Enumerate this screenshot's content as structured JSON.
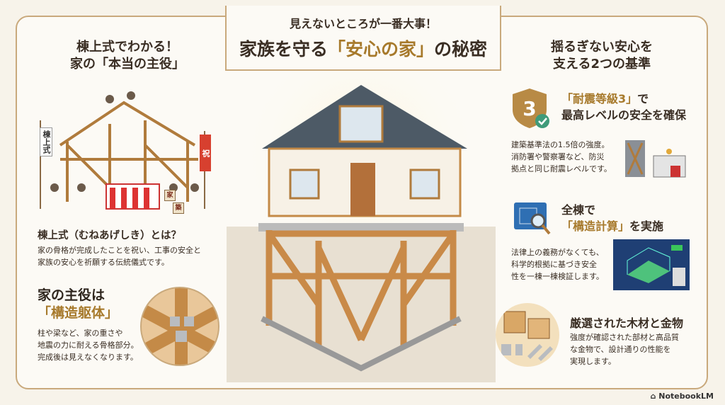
{
  "header": {
    "kicker": "見えないところが一番大事！",
    "title_pre": "家族を守る",
    "title_highlight": "「安心の家」",
    "title_post": "の秘密"
  },
  "left": {
    "heading_line1": "棟上式でわかる！",
    "heading_line2": "家の「本当の主役」",
    "banner_labels": [
      "棟上式",
      "祝",
      "家",
      "築"
    ],
    "q_title": "棟上式（むねあげしき）とは？",
    "q_body_line1": "家の骨格が完成したことを祝い、工事の安全と",
    "q_body_line2": "家族の安心を祈願する伝統儀式です。",
    "main_line1": "家の主役は",
    "main_line2": "「構造躯体」",
    "main_body": [
      "柱や梁など、家の重さや",
      "地震の力に耐える骨格部分。",
      "完成後は見えなくなります。"
    ]
  },
  "right": {
    "heading_line1": "揺るぎない安心を",
    "heading_line2": "支える2つの基準",
    "items": [
      {
        "title_highlight": "「耐震等級3」",
        "title_post": "で",
        "title_line2": "最高レベルの安全を確保",
        "badge": "3",
        "body": [
          "建築基準法の1.5倍の強度。",
          "消防署や警察署など、防災",
          "拠点と同じ耐震レベルです。"
        ]
      },
      {
        "title_line1": "全棟で",
        "title_highlight": "「構造計算」",
        "title_post": "を実施",
        "body": [
          "法律上の義務がなくても、",
          "科学的根拠に基づき安全",
          "性を一棟一棟検証します。"
        ]
      },
      {
        "title": "厳選された木材と金物",
        "body": [
          "強度が確認された部材と高品質",
          "な金物で、設計通りの性能を",
          "実現します。"
        ]
      }
    ]
  },
  "footer": {
    "brand": "NotebookLM"
  },
  "colors": {
    "gold": "#a77a2c",
    "wood": "#d9a766",
    "frame": "#c9a97c",
    "green": "#3f9b7a"
  }
}
